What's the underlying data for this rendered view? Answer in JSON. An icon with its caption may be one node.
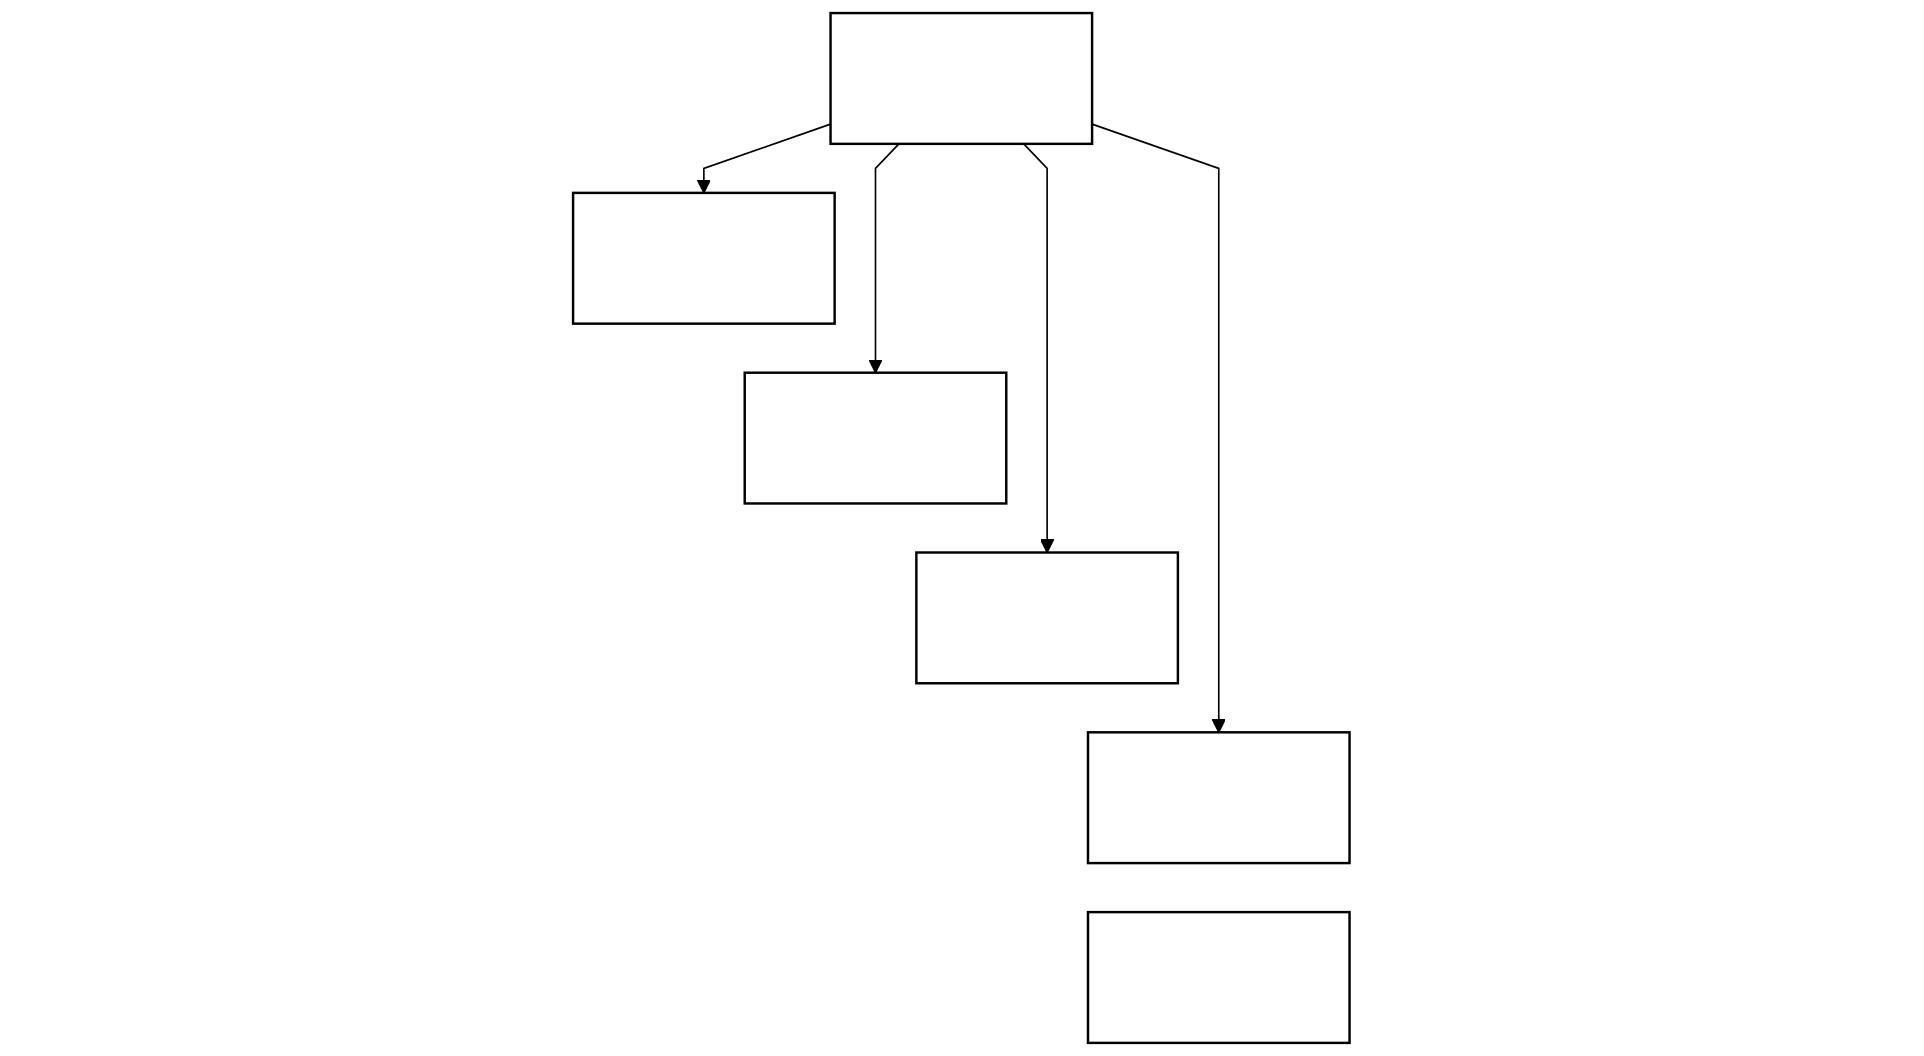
{
  "diagram": {
    "nodes": [
      {
        "text": [],
        "shape": "box"
      },
      {
        "text": [],
        "shape": "box"
      },
      {
        "text": [],
        "shape": "box"
      },
      {
        "text": [],
        "shape": "box"
      },
      {
        "text": [],
        "shape": "box"
      },
      {
        "text": [],
        "shape": "box"
      }
    ],
    "edges": [
      {
        "from": 0,
        "to": 1,
        "arrow": "to"
      },
      {
        "from": 0,
        "to": 2,
        "arrow": "to"
      },
      {
        "from": 0,
        "to": 3,
        "arrow": "to"
      },
      {
        "from": 0,
        "to": 4,
        "arrow": "to"
      }
    ]
  }
}
